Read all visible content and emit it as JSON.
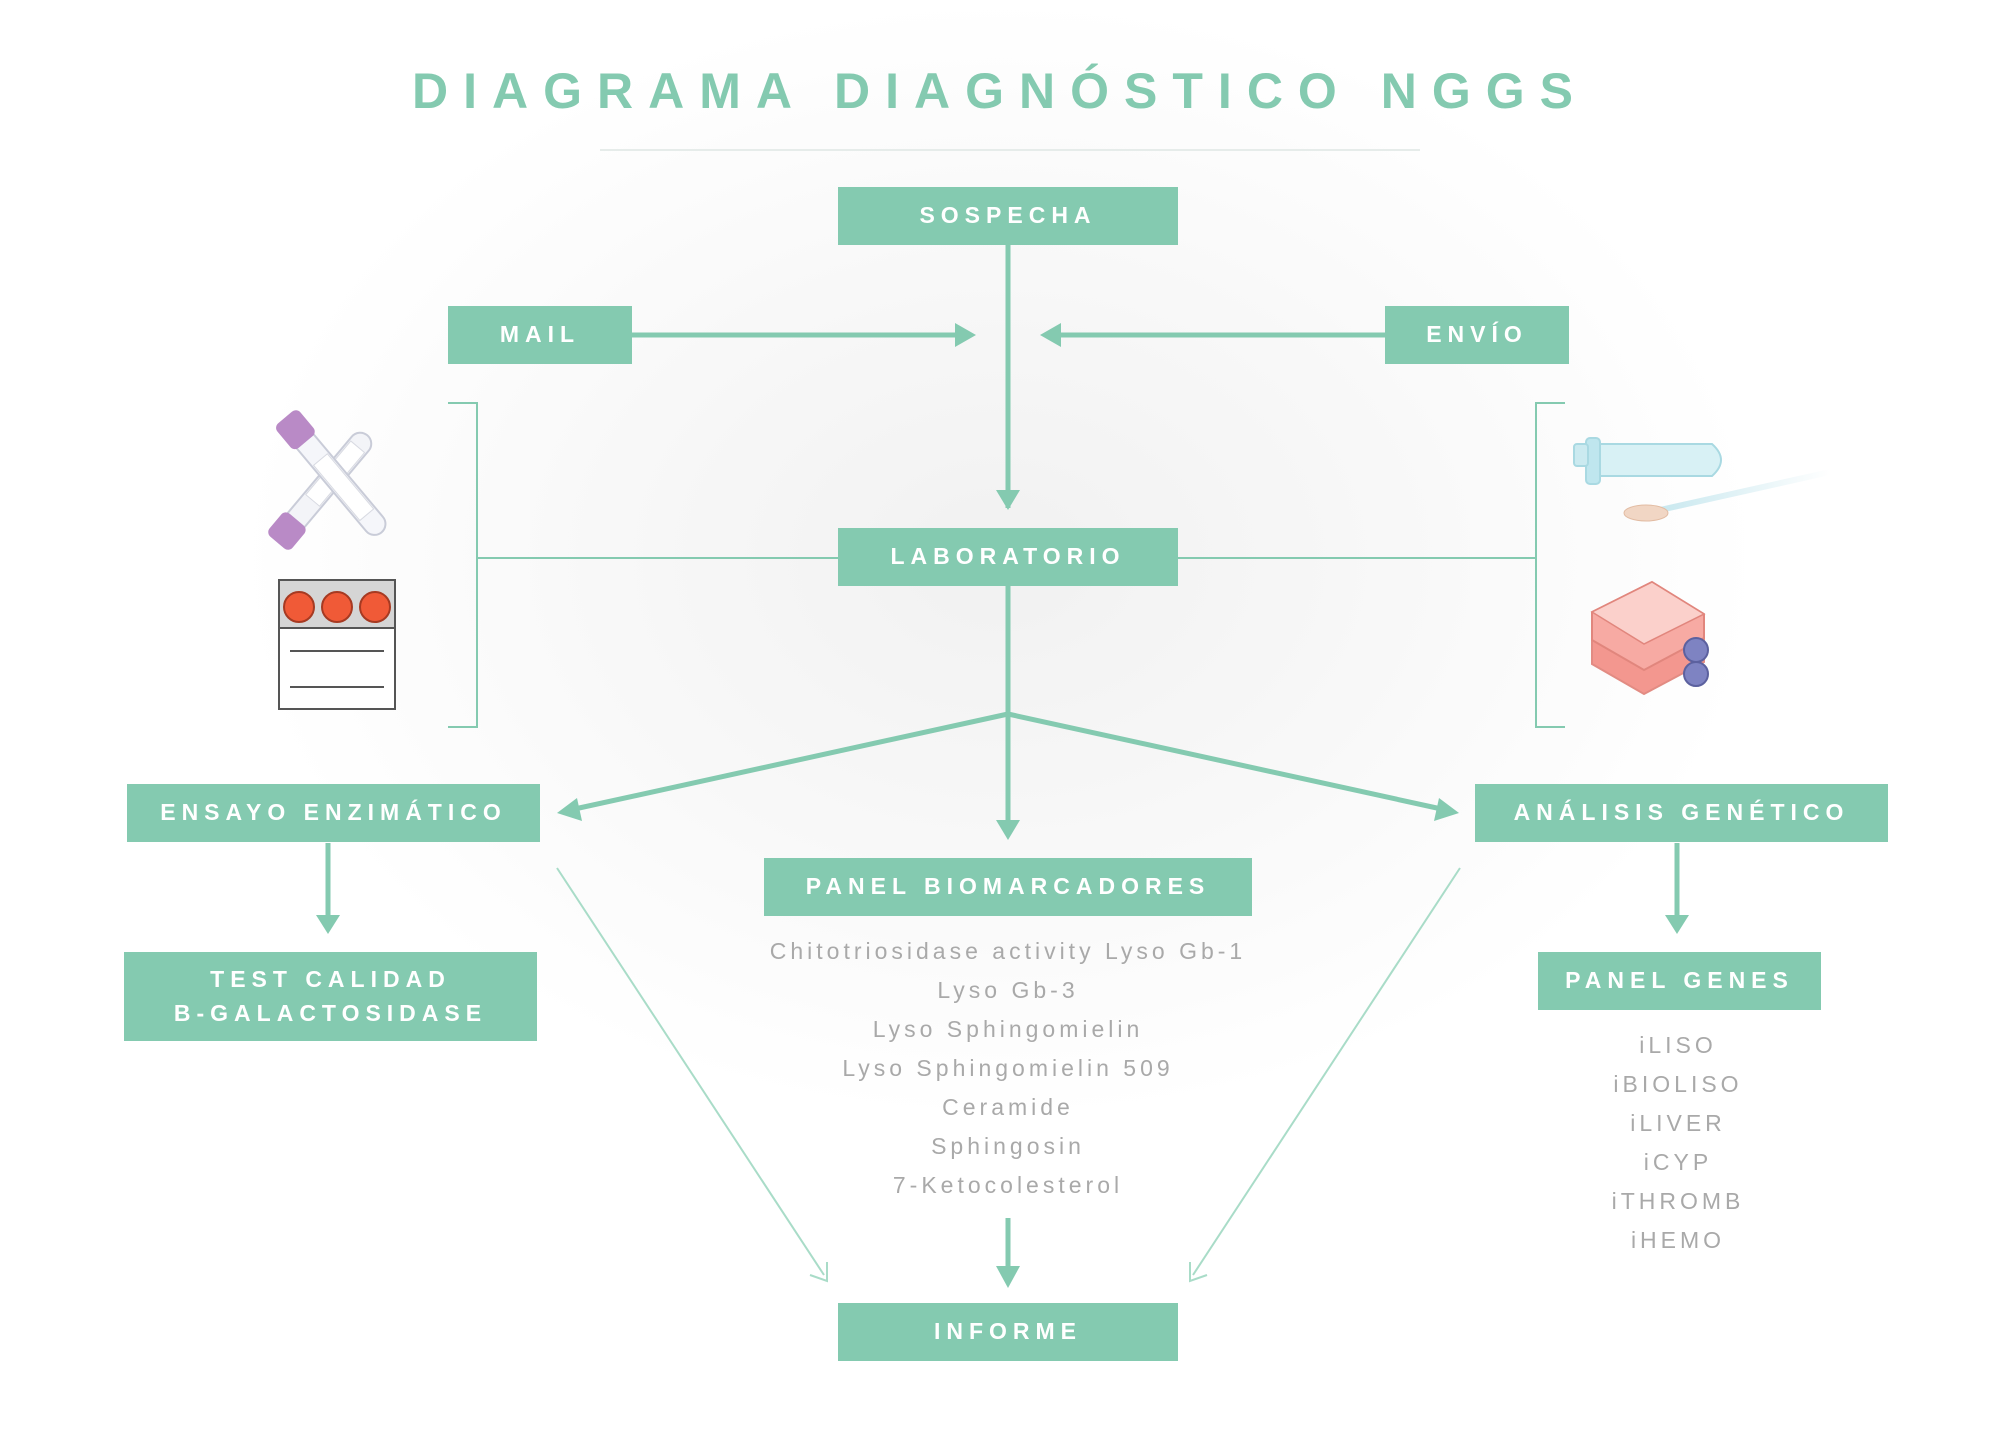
{
  "title": "DIAGRAMA DIAGNÓSTICO NGGS",
  "nodes": {
    "sospecha": "SOSPECHA",
    "mail": "MAIL",
    "envio": "ENVÍO",
    "laboratorio": "LABORATORIO",
    "ensayo": "ENSAYO ENZIMÁTICO",
    "panel_biomarcadores": "PANEL BIOMARCADORES",
    "analisis": "ANÁLISIS GENÉTICO",
    "test_calidad": [
      "TEST CALIDAD",
      "B-GALACTOSIDASE"
    ],
    "panel_genes": "PANEL GENES",
    "informe": "INFORME"
  },
  "biomarkers": [
    "Chitotriosidase activity Lyso Gb-1",
    "Lyso Gb-3",
    "Lyso Sphingomielin",
    "Lyso Sphingomielin 509",
    "Ceramide",
    "Sphingosin",
    "7-Ketocolesterol"
  ],
  "genes": [
    "iLISO",
    "iBIOLISO",
    "iLIVER",
    "iCYP",
    "iTHROMB",
    "iHEMO"
  ],
  "colors": {
    "accent": "#84cab0",
    "list_text": "#a9a9a9",
    "tube_cap": "#b98ac6",
    "dried_blood_spot": "#f05a37",
    "culture_medium": "#f3928a",
    "flask_cap": "#7e83c2",
    "eppendorf": "#bfe6ee"
  },
  "icons": [
    "blood-tubes-icon",
    "dried-blood-spot-card-icon",
    "eppendorf-tube-icon",
    "swab-icon",
    "cell-culture-flasks-icon"
  ]
}
